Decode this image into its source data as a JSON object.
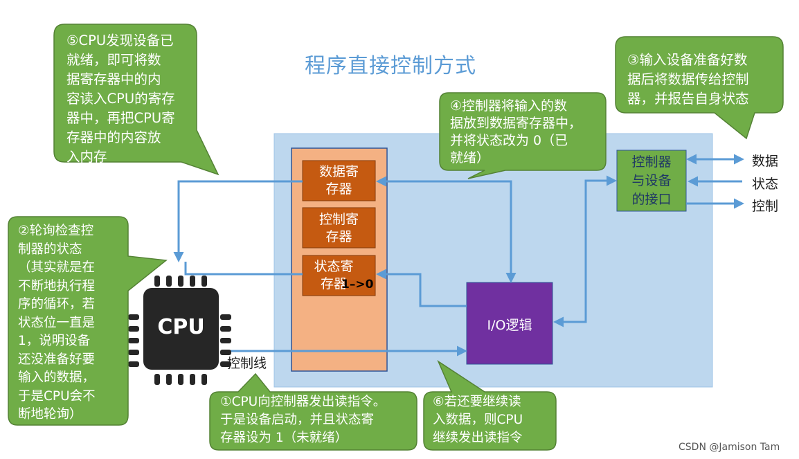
{
  "title": "程序直接控制方式",
  "registers": {
    "data": "数据寄\n存器",
    "control": "控制寄\n存器",
    "status": "状态寄\n存器",
    "status_change": "1–>0"
  },
  "interface_label": "控制器\n与设备\n的接口",
  "io_logic_label": "I/O逻辑",
  "cpu_label": "CPU",
  "control_line_label": "控制线",
  "side_labels": {
    "data": "数据",
    "status": "状态",
    "control": "控制"
  },
  "callouts": {
    "c1": "①CPU向控制器发出读指令。\n于是设备启动，并且状态寄\n存器设为 1（未就绪）",
    "c2": "②轮询检查控\n制器的状态\n（其实就是在\n不断地执行程\n序的循环，若\n状态位一直是\n1，说明设备\n还没准备好要\n输入的数据，\n于是CPU会不\n断地轮询）",
    "c3": "③输入设备准备好数\n据后将数据传给控制\n器，并报告自身状态",
    "c4": "④控制器将输入的数\n据放到数据寄存器中，\n并将状态改为 0（已\n就绪）",
    "c5": "⑤CPU发现设备已\n就绪，即可将数\n据寄存器中的内\n容读入CPU的寄存\n器中，再把CPU寄\n存器中的内容放\n入内存",
    "c6": "⑥若还要继续读\n入数据，则CPU\n继续发出读指令"
  },
  "watermark": "CSDN @Jamison Tam",
  "colors": {
    "title": "#5b9bd5",
    "callout_fill": "#70ad47",
    "callout_border": "#548235",
    "panel_fill": "#bdd7ee",
    "controller_fill": "#f4b183",
    "register_fill": "#c55a11",
    "io_fill": "#7030a0",
    "arrow": "#5b9bd5",
    "cpu_fill": "#262626"
  }
}
